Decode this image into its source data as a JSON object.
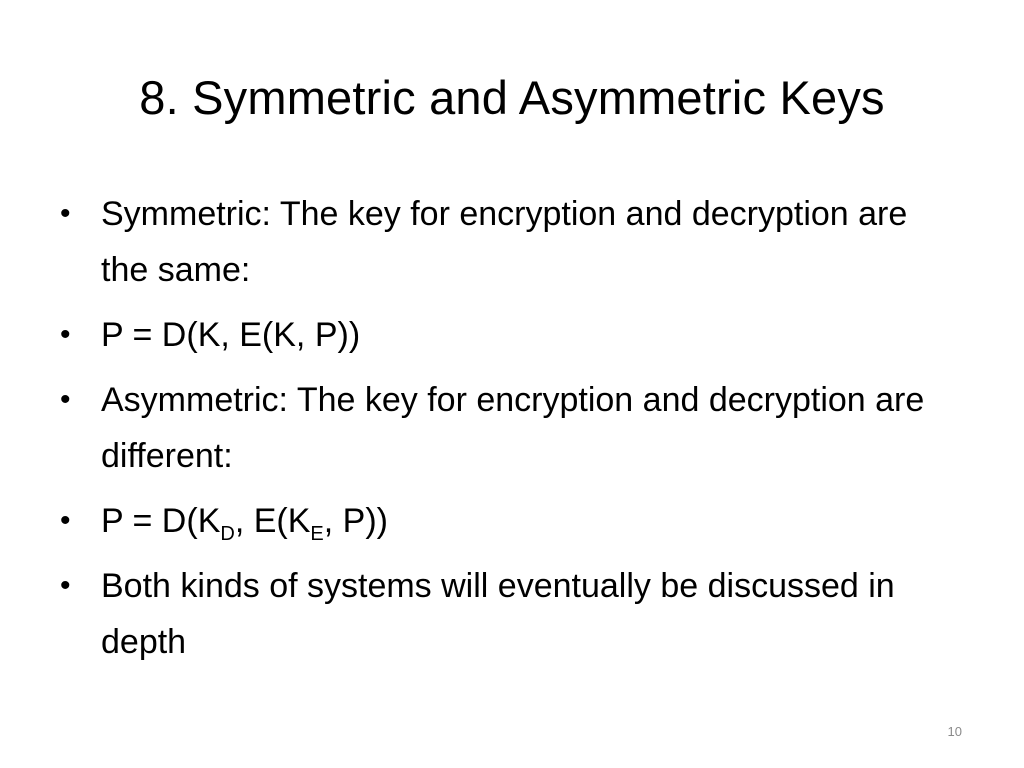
{
  "slide": {
    "title": "8.  Symmetric and Asymmetric Keys",
    "bullet_symbol": "•",
    "bullets": [
      {
        "text": "Symmetric:  The key for encryption and decryption are the same:"
      },
      {
        "text": "P = D(K, E(K, P))"
      },
      {
        "text": "Asymmetric:  The key for encryption and decryption are different:"
      },
      {
        "formula": {
          "part1": "P = D(K",
          "sub1": "D",
          "part2": ", E(K",
          "sub2": "E",
          "part3": ", P))"
        }
      },
      {
        "text": "Both kinds of systems will eventually be discussed in depth"
      }
    ],
    "page_number": "10"
  }
}
